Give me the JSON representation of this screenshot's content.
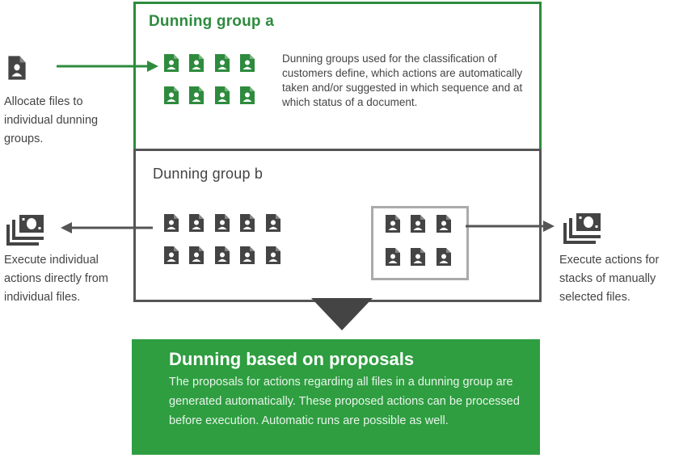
{
  "group_a": {
    "title": "Dunning group a",
    "description": "Dunning groups used for the classification of customers define, which actions are automatically taken and/or suggested in which sequence and at which status of a document."
  },
  "group_b": {
    "title": "Dunning group b"
  },
  "left_top": {
    "text": "Allocate files to individual dunning groups."
  },
  "left_bottom": {
    "text": "Execute individual actions directly from individual files."
  },
  "right_bottom": {
    "text": "Execute actions for stacks of manually selected files."
  },
  "proposal": {
    "title": "Dunning based on proposals",
    "body": "The proposals for actions regarding all files in a dunning group are generated automatically. These proposed actions can be processed before execution. Automatic runs are possible as well."
  },
  "colors": {
    "green": "#2e8b3e",
    "proposal_bg": "#2e9e40",
    "dark": "#444444",
    "gray_border": "#aaaaaa"
  },
  "icons": {
    "file": "file-person-icon",
    "money": "money-stack-icon"
  }
}
